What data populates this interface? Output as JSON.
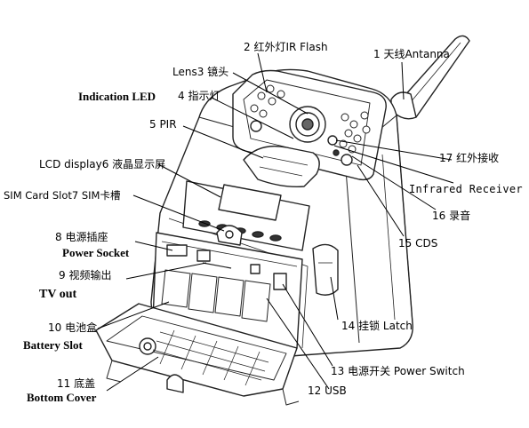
{
  "labels": {
    "antenna": "1 天线Antanna",
    "ir_flash": "2 红外灯IR Flash",
    "lens": "Lens3 镜头",
    "indication_led_en": "Indication LED",
    "indication_led_cn": "4 指示灯",
    "pir": "5 PIR",
    "lcd": "LCD display6 液晶显示屏",
    "sim_card_slot": "SIM Card Slot7 SIM卡槽",
    "power_socket_cn": "8 电源插座",
    "power_socket_en": "Power Socket",
    "video_out_cn": "9 视频输出",
    "tv_out": "TV out",
    "battery_cn": "10 电池盒",
    "battery_en": "Battery Slot",
    "bottom_cover_cn": "11 底盖",
    "bottom_cover_en": "Bottom Cover",
    "usb": "12 USB",
    "power_switch": "13 电源开关 Power Switch",
    "latch": "14 挂锁 Latch",
    "cds": "15 CDS",
    "recording": "16 录音",
    "infrared_receiver_cn": "17 红外接收",
    "infrared_receiver_en": "Infrared Receiver"
  },
  "colors": {
    "ink": "#000000",
    "outline": "#222222",
    "background": "#ffffff"
  }
}
